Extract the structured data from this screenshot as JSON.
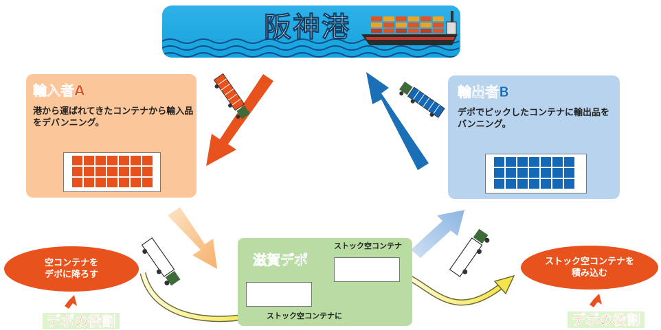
{
  "port": {
    "title": "阪神港"
  },
  "importer": {
    "title": "輸入者A",
    "text": "港から運ばれてきたコンテナから輸入品をデバンニング。"
  },
  "exporter": {
    "title": "輸出者B",
    "text": "デポでピックしたコンテナに輸出品をバンニング。"
  },
  "depot": {
    "title": "滋賀デポ",
    "stock_label_top": "ストック空コンテナ",
    "stock_label_bottom": "ストック空コンテナに"
  },
  "roles": {
    "left_oval": "空コンテナを\nデポに降ろす",
    "right_oval": "ストック空コンテナを\n積み込む",
    "left_caption": "デポの役割",
    "right_caption": "デポの役割"
  },
  "colors": {
    "port_blue": "#1ea6e2",
    "importer_orange": "#fbc79a",
    "exporter_blue": "#b8d3ee",
    "depot_green": "#b9dca3",
    "accent_red": "#e8521d",
    "arrow_blue": "#1b6fb6"
  }
}
